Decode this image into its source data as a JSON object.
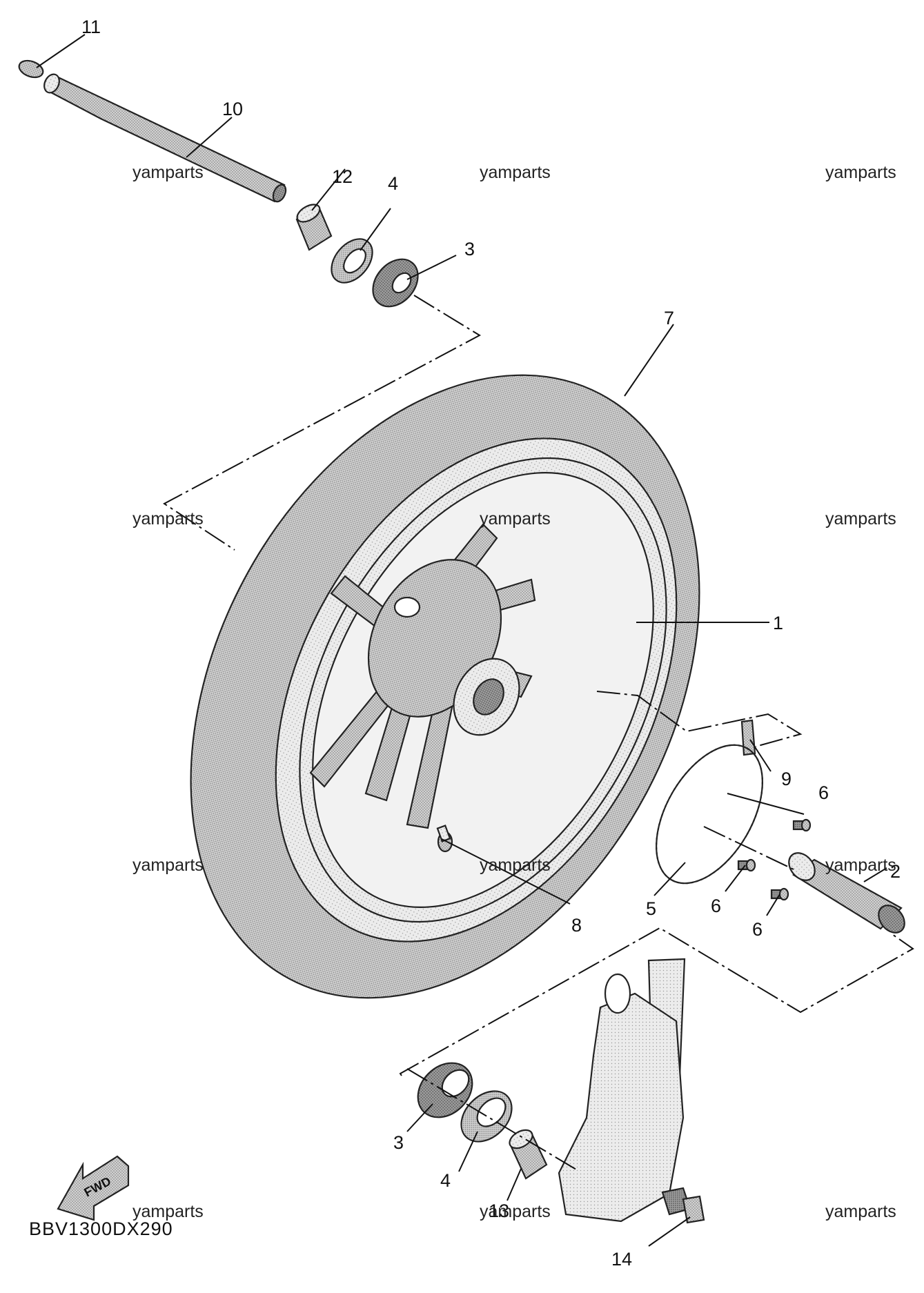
{
  "diagram": {
    "drawing_code": "BBV1300DX290",
    "direction_label": "FWD",
    "watermark_text": "yamparts",
    "callouts": {
      "c1": "1",
      "c2": "2",
      "c3a": "3",
      "c3b": "3",
      "c4a": "4",
      "c4b": "4",
      "c5": "5",
      "c6a": "6",
      "c6b": "6",
      "c6c": "6",
      "c7": "7",
      "c8": "8",
      "c9": "9",
      "c10": "10",
      "c11": "11",
      "c12": "12",
      "c13": "13",
      "c14": "14"
    },
    "colors": {
      "part_fill": "#c8c8c8",
      "part_dark": "#8a8a8a",
      "outline": "#111111"
    }
  }
}
